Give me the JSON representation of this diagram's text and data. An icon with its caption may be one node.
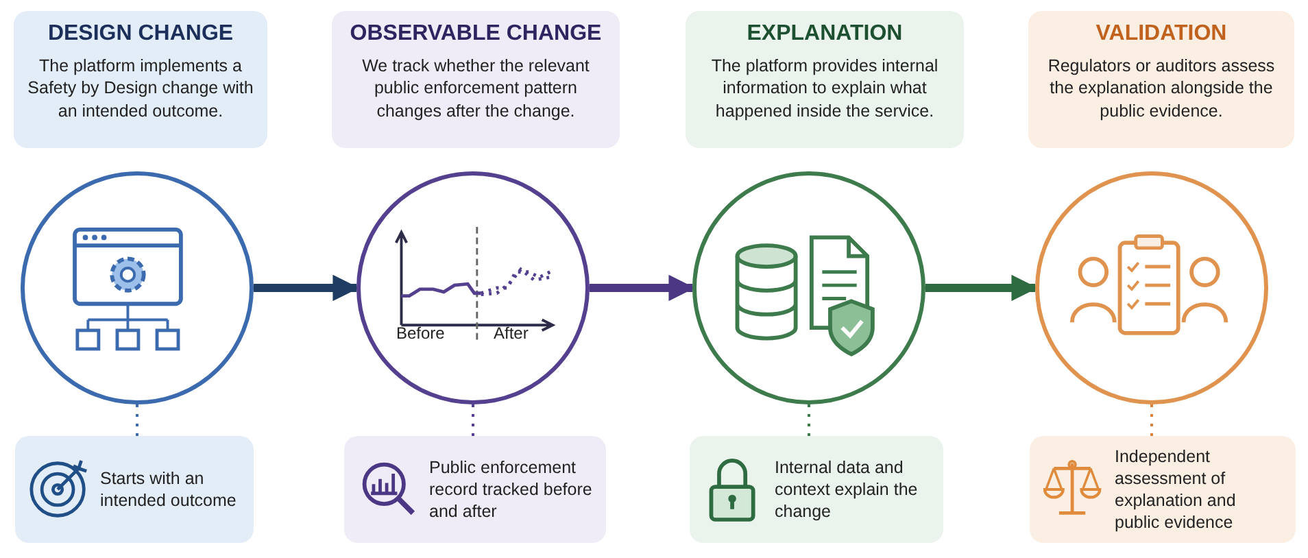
{
  "diagram": {
    "nodes": [
      {
        "text": [
          "DESIGN CHANGE",
          "The platform implements a Safety by Design change with an intended outcome."
        ]
      },
      {
        "text": [
          "OBSERVABLE CHANGE",
          "We track whether the relevant public enforcement pattern changes after the change."
        ]
      },
      {
        "text": [
          "EXPLANATION",
          "The platform provides internal information to explain what happened inside the service."
        ]
      },
      {
        "text": [
          "VALIDATION",
          "Regulators or auditors assess the explanation alongside the public evidence."
        ]
      },
      {
        "text": [],
        "shape": "circle"
      },
      {
        "text": [],
        "shape": "circle"
      },
      {
        "text": [],
        "shape": "circle"
      },
      {
        "text": [],
        "shape": "circle"
      },
      {
        "text": [
          "Starts with an intended outcome"
        ]
      },
      {
        "text": [
          "Public enforcement record tracked before and after"
        ]
      },
      {
        "text": [
          "Internal data and context explain the change"
        ]
      },
      {
        "text": [
          "Independent assessment of explanation and public evidence"
        ]
      }
    ],
    "edges": [
      {
        "from": 4,
        "to": 5,
        "arrow": "to",
        "style": "thick",
        "color": "#1f3d63"
      },
      {
        "from": 5,
        "to": 6,
        "arrow": "to",
        "style": "thick",
        "color": "#4b3783"
      },
      {
        "from": 6,
        "to": 7,
        "arrow": "to",
        "style": "thick",
        "color": "#2f6b40"
      },
      {
        "from": 4,
        "to": 8,
        "arrow": "none",
        "style": "dashed",
        "color": "#3b6aae"
      },
      {
        "from": 5,
        "to": 9,
        "arrow": "none",
        "style": "dashed",
        "color": "#54408f"
      },
      {
        "from": 6,
        "to": 10,
        "arrow": "none",
        "style": "dashed",
        "color": "#3d7a4c"
      },
      {
        "from": 7,
        "to": 11,
        "arrow": "none",
        "style": "dashed",
        "color": "#d9823b"
      }
    ],
    "labels": [
      "Before",
      "After"
    ]
  }
}
